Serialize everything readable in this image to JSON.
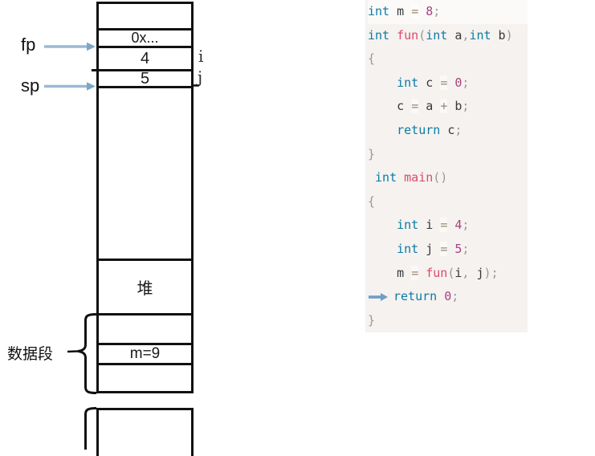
{
  "memory_diagram": {
    "fp_label": "fp",
    "sp_label": "sp",
    "var_i_label": "i",
    "var_j_label": "j",
    "data_segment_label": "数据段",
    "stack_cells": [
      {
        "name": "stack-cell-top",
        "text": ""
      },
      {
        "name": "stack-cell-return-address",
        "text": "0x..."
      },
      {
        "name": "stack-cell-i",
        "text": "4"
      },
      {
        "name": "stack-cell-j",
        "text": "5"
      },
      {
        "name": "stack-cell-free-space",
        "text": ""
      },
      {
        "name": "heap-cell",
        "text": "堆"
      },
      {
        "name": "data-segment-cell-1",
        "text": ""
      },
      {
        "name": "data-segment-cell-m",
        "text": "m=9"
      },
      {
        "name": "data-segment-cell-2",
        "text": ""
      }
    ]
  },
  "code": {
    "lines": [
      {
        "highlight": true,
        "tokens": [
          [
            "kw",
            "int"
          ],
          [
            "pl",
            " m "
          ],
          [
            "op",
            "="
          ],
          [
            "pl",
            " "
          ],
          [
            "num",
            "8"
          ],
          [
            "pu",
            ";"
          ]
        ]
      },
      {
        "tokens": [
          [
            "kw",
            "int"
          ],
          [
            "pl",
            " "
          ],
          [
            "fn",
            "fun"
          ],
          [
            "pu",
            "("
          ],
          [
            "kw",
            "int"
          ],
          [
            "pl",
            " a"
          ],
          [
            "pu",
            ","
          ],
          [
            "kw",
            "int"
          ],
          [
            "pl",
            " b"
          ],
          [
            "pu",
            ")"
          ]
        ]
      },
      {
        "tokens": [
          [
            "pu",
            "{"
          ]
        ]
      },
      {
        "tokens": [
          [
            "pl",
            "    "
          ],
          [
            "kw",
            "int"
          ],
          [
            "pl",
            " c "
          ],
          [
            "op",
            "="
          ],
          [
            "pl",
            " "
          ],
          [
            "num",
            "0"
          ],
          [
            "pu",
            ";"
          ]
        ]
      },
      {
        "tokens": [
          [
            "pl",
            "    c "
          ],
          [
            "op",
            "="
          ],
          [
            "pl",
            " a "
          ],
          [
            "op",
            "+"
          ],
          [
            "pl",
            " b"
          ],
          [
            "pu",
            ";"
          ]
        ]
      },
      {
        "tokens": [
          [
            "pl",
            "    "
          ],
          [
            "kw",
            "return"
          ],
          [
            "pl",
            " c"
          ],
          [
            "pu",
            ";"
          ]
        ]
      },
      {
        "tokens": [
          [
            "pu",
            "}"
          ]
        ]
      },
      {
        "tokens": [
          [
            "pl",
            " "
          ],
          [
            "kw",
            "int"
          ],
          [
            "pl",
            " "
          ],
          [
            "fn",
            "main"
          ],
          [
            "pu",
            "()"
          ]
        ]
      },
      {
        "tokens": [
          [
            "pu",
            "{"
          ]
        ]
      },
      {
        "tokens": [
          [
            "pl",
            "    "
          ],
          [
            "kw",
            "int"
          ],
          [
            "pl",
            " i "
          ],
          [
            "op",
            "="
          ],
          [
            "pl",
            " "
          ],
          [
            "num",
            "4"
          ],
          [
            "pu",
            ";"
          ]
        ]
      },
      {
        "tokens": [
          [
            "pl",
            "    "
          ],
          [
            "kw",
            "int"
          ],
          [
            "pl",
            " j "
          ],
          [
            "op",
            "="
          ],
          [
            "pl",
            " "
          ],
          [
            "num",
            "5"
          ],
          [
            "pu",
            ";"
          ]
        ]
      },
      {
        "tokens": [
          [
            "pl",
            "    m "
          ],
          [
            "op",
            "="
          ],
          [
            "pl",
            " "
          ],
          [
            "fn",
            "fun"
          ],
          [
            "pu",
            "("
          ],
          [
            "pl",
            "i"
          ],
          [
            "pu",
            ","
          ],
          [
            "pl",
            " j"
          ],
          [
            "pu",
            ");"
          ]
        ]
      },
      {
        "tokens": [
          [
            "arrow",
            ""
          ],
          [
            "kw",
            "return"
          ],
          [
            "pl",
            " "
          ],
          [
            "num",
            "0"
          ],
          [
            "pu",
            ";"
          ]
        ]
      },
      {
        "tokens": [
          [
            "pu",
            "}"
          ]
        ]
      }
    ]
  },
  "colors": {
    "pointer_arrow_shaft": "#9db9d6",
    "pointer_arrow_head": "#7fa6c9",
    "code_arrow_blue": "#6d9dc8",
    "code_background": "#f5f2f0",
    "keyword": "#0b7ca3",
    "function_name": "#dd4a68",
    "number": "#a8417d",
    "punctuation": "#999999",
    "diagram_line": "#111111"
  }
}
